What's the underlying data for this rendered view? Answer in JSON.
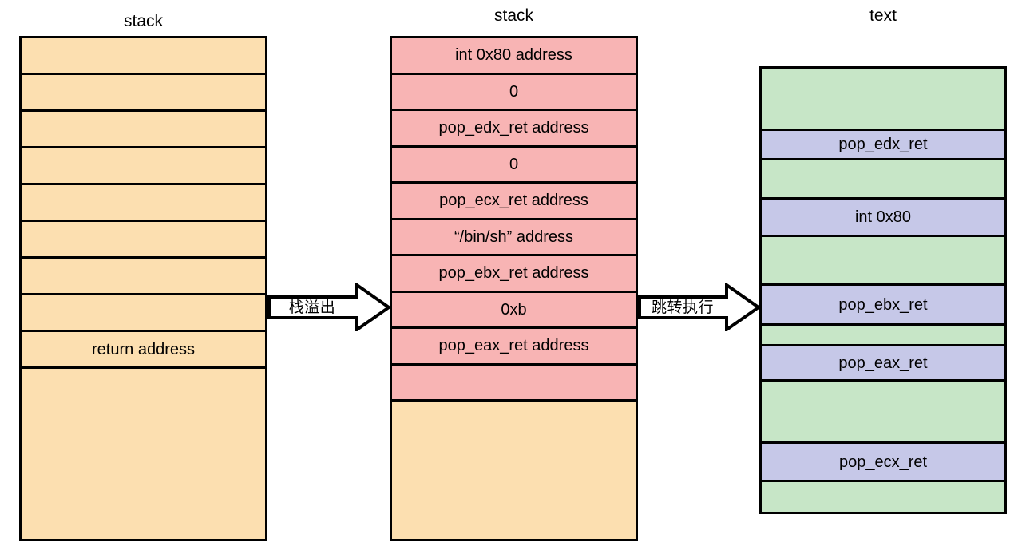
{
  "diagram": {
    "type": "rop-chain-stack-overflow",
    "columns": [
      {
        "id": "left-stack",
        "title": "stack",
        "fill": "#FCDFB0",
        "rows": [
          {
            "label": "",
            "fill": "orange"
          },
          {
            "label": "",
            "fill": "orange"
          },
          {
            "label": "",
            "fill": "orange"
          },
          {
            "label": "",
            "fill": "orange"
          },
          {
            "label": "",
            "fill": "orange"
          },
          {
            "label": "",
            "fill": "orange"
          },
          {
            "label": "",
            "fill": "orange"
          },
          {
            "label": "",
            "fill": "orange"
          },
          {
            "label": "return address",
            "fill": "orange"
          },
          {
            "label": "",
            "fill": "orange",
            "filler": true
          }
        ]
      },
      {
        "id": "middle-stack",
        "title": "stack",
        "fill": "#F8B4B4",
        "rows": [
          {
            "label": "int 0x80 address",
            "fill": "pink"
          },
          {
            "label": "0",
            "fill": "pink"
          },
          {
            "label": "pop_edx_ret address",
            "fill": "pink"
          },
          {
            "label": "0",
            "fill": "pink"
          },
          {
            "label": "pop_ecx_ret address",
            "fill": "pink"
          },
          {
            "label": "“/bin/sh” address",
            "fill": "pink"
          },
          {
            "label": "pop_ebx_ret address",
            "fill": "pink"
          },
          {
            "label": "0xb",
            "fill": "pink"
          },
          {
            "label": "pop_eax_ret address",
            "fill": "pink"
          },
          {
            "label": "",
            "fill": "pink"
          },
          {
            "label": "",
            "fill": "orange",
            "filler": true
          }
        ]
      },
      {
        "id": "right-text",
        "title": "text",
        "fill": "#C7E6C7",
        "rows": [
          {
            "label": "",
            "fill": "green",
            "height": 78
          },
          {
            "label": "pop_edx_ret",
            "fill": "purple",
            "height": 37
          },
          {
            "label": "",
            "fill": "green",
            "height": 49
          },
          {
            "label": "int 0x80",
            "fill": "purple",
            "height": 47
          },
          {
            "label": "",
            "fill": "green",
            "height": 61
          },
          {
            "label": "pop_ebx_ret",
            "fill": "purple",
            "height": 50
          },
          {
            "label": "",
            "fill": "green",
            "height": 26
          },
          {
            "label": "pop_eax_ret",
            "fill": "purple",
            "height": 44
          },
          {
            "label": "",
            "fill": "green",
            "height": 78
          },
          {
            "label": "pop_ecx_ret",
            "fill": "purple",
            "height": 48
          },
          {
            "label": "",
            "fill": "green",
            "height": 37
          }
        ]
      }
    ],
    "arrows": [
      {
        "id": "arrow-stack-overflow",
        "label": "栈溢出"
      },
      {
        "id": "arrow-jump-execute",
        "label": "跳转执行"
      }
    ]
  }
}
